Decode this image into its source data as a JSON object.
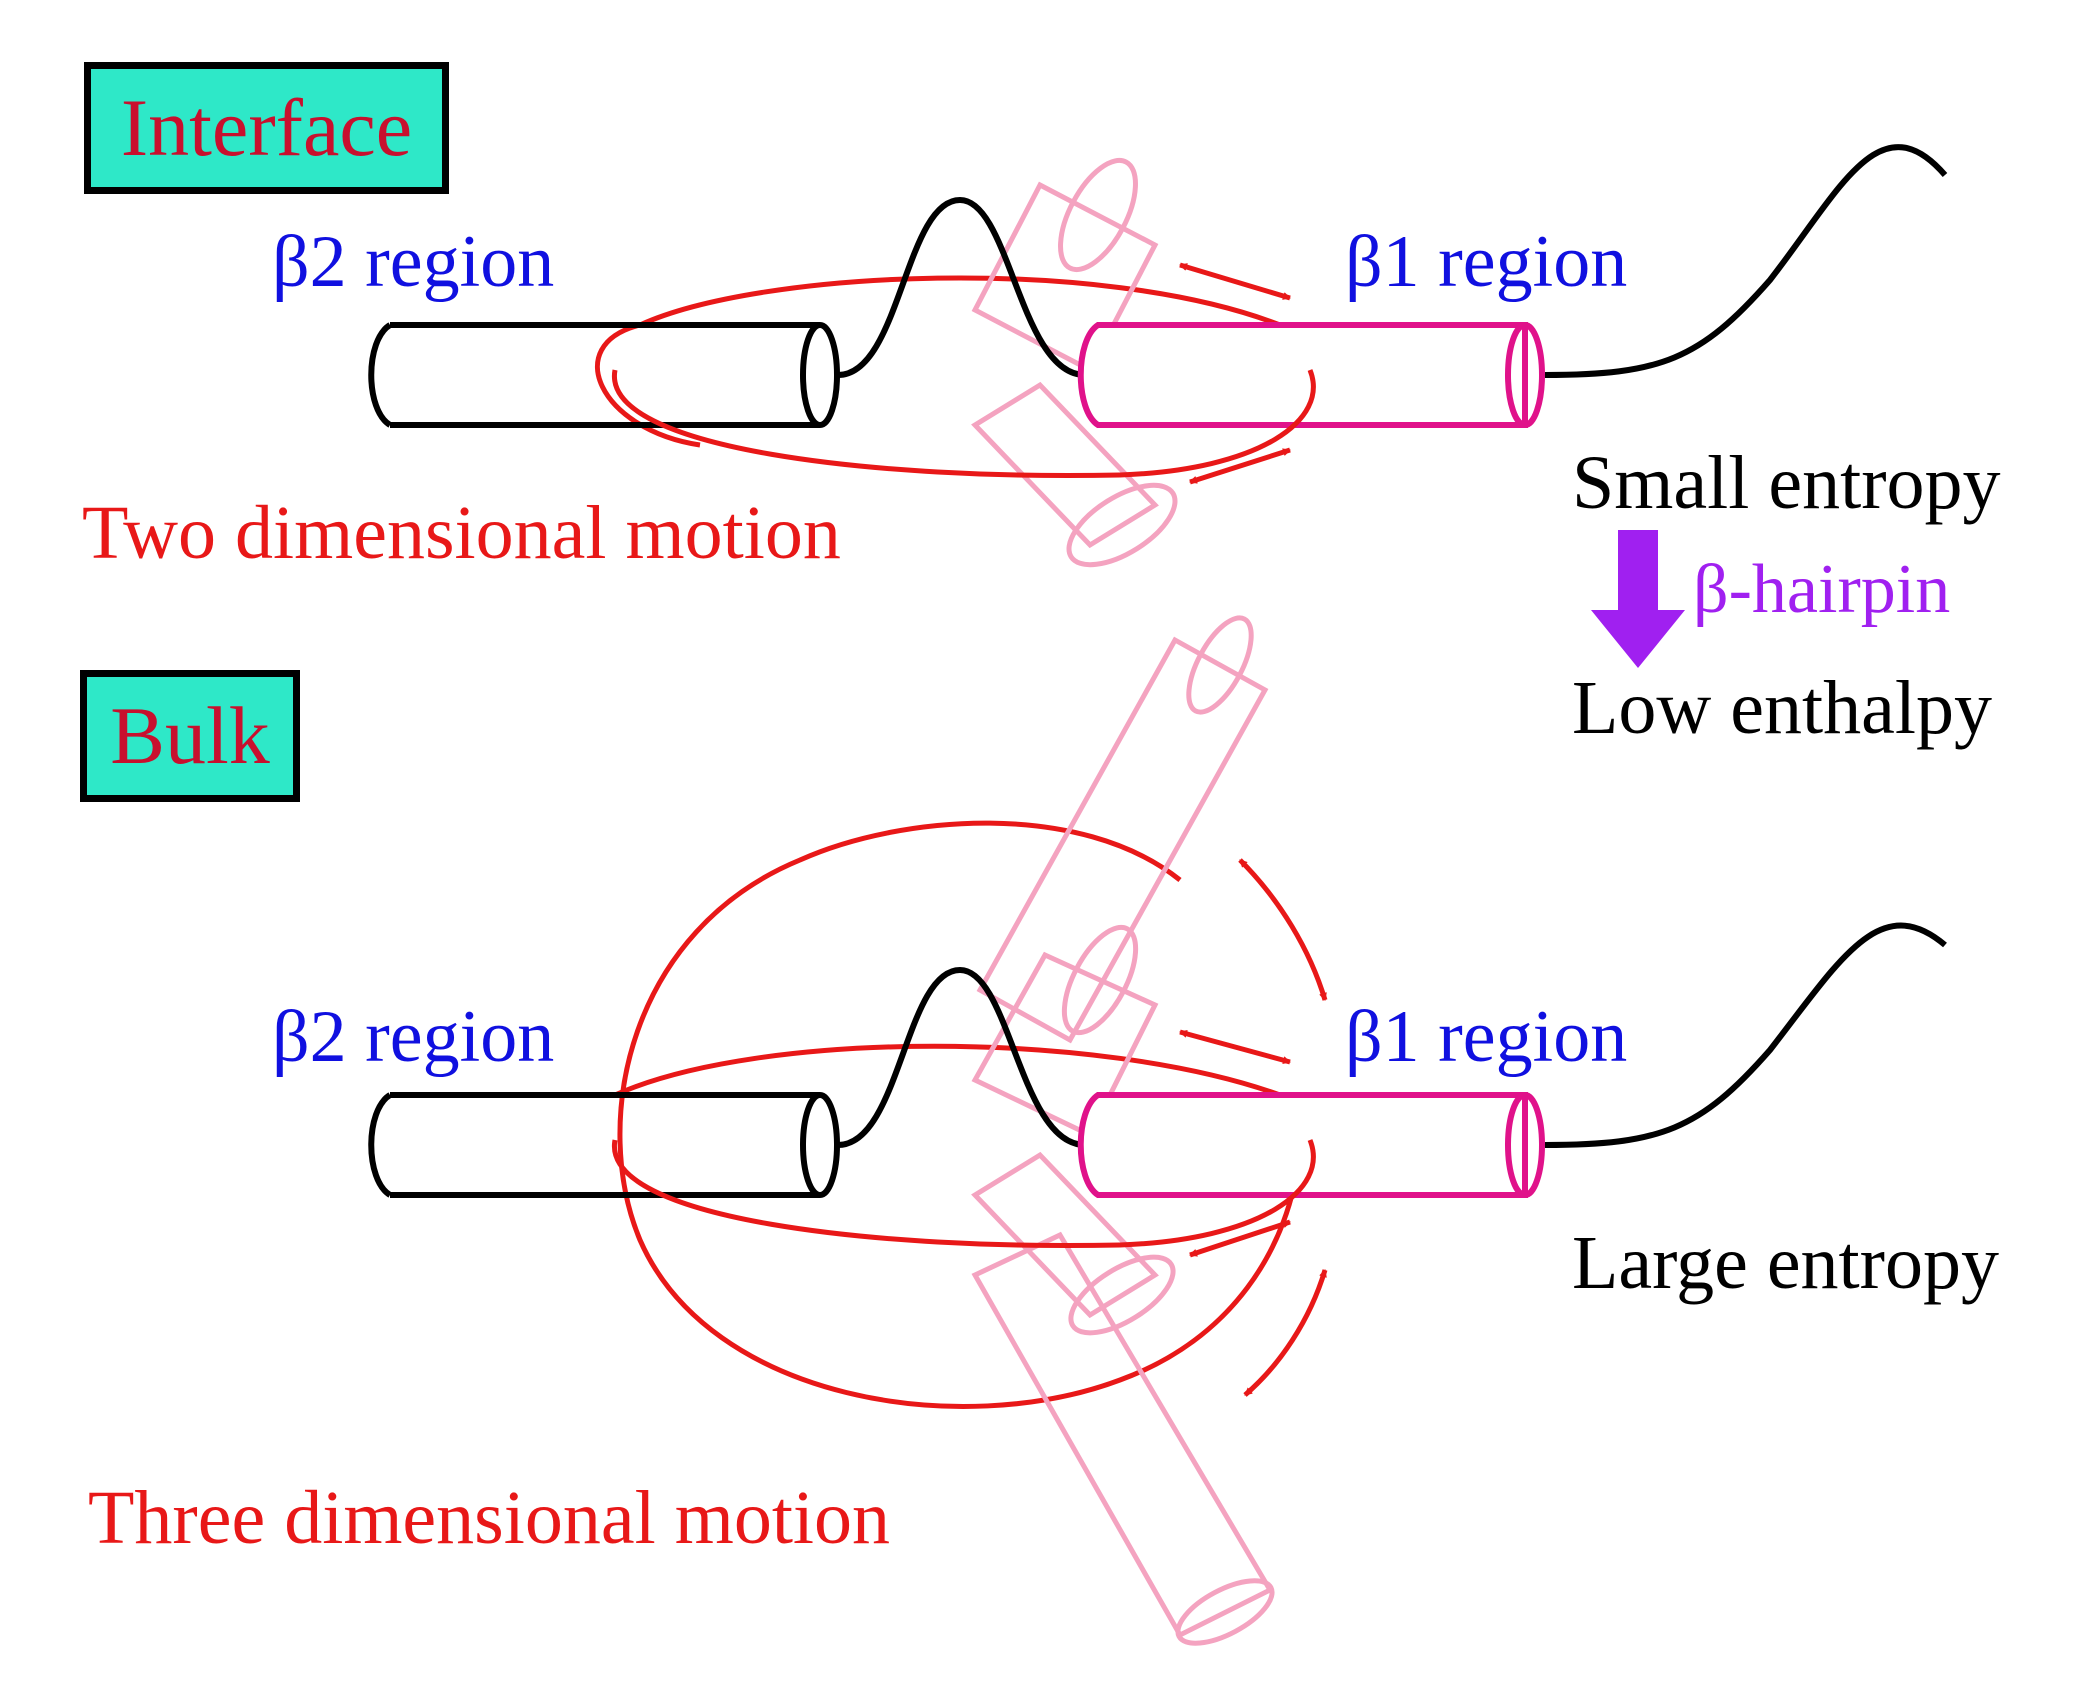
{
  "interface_panel": {
    "box_label": "Interface",
    "beta2_label": "β2 region",
    "beta1_label": "β1 region",
    "motion_label": "Two dimensional motion"
  },
  "bulk_panel": {
    "box_label": "Bulk",
    "beta2_label": "β2 region",
    "beta1_label": "β1 region",
    "motion_label": "Three dimensional motion"
  },
  "thermo": {
    "small_entropy": "Small entropy",
    "hairpin": "β-hairpin",
    "low_enthalpy": "Low enthalpy",
    "large_entropy": "Large entropy"
  },
  "colors": {
    "box_fill": "#2ee8c8",
    "box_text": "#c8102e",
    "region_text": "#1010e0",
    "motion": "#e81818",
    "beta1_cylinder": "#e0128a",
    "ghost_cylinder": "#f4a3c0",
    "hairpin_arrow": "#a020f0"
  }
}
